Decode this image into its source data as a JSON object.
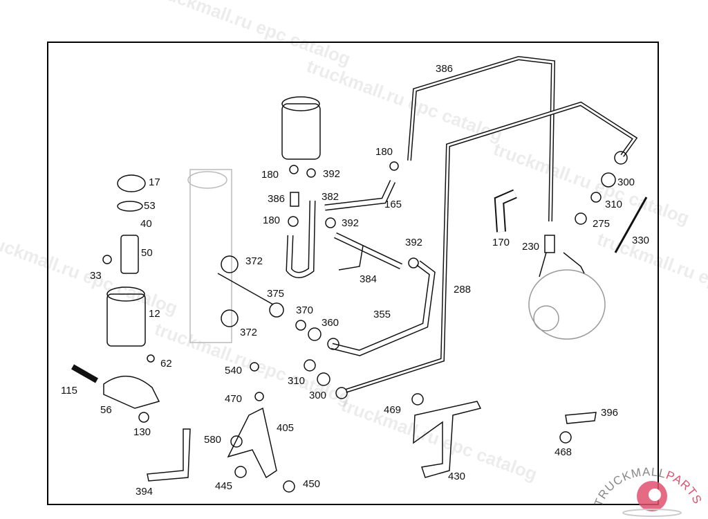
{
  "diagram": {
    "labels": [
      {
        "id": "386a",
        "text": "386"
      },
      {
        "id": "180a",
        "text": "180"
      },
      {
        "id": "180b",
        "text": "180"
      },
      {
        "id": "392a",
        "text": "392"
      },
      {
        "id": "386b",
        "text": "386"
      },
      {
        "id": "382",
        "text": "382"
      },
      {
        "id": "165",
        "text": "165"
      },
      {
        "id": "180c",
        "text": "180"
      },
      {
        "id": "392b",
        "text": "392"
      },
      {
        "id": "17",
        "text": "17"
      },
      {
        "id": "53",
        "text": "53"
      },
      {
        "id": "40",
        "text": "40"
      },
      {
        "id": "50",
        "text": "50"
      },
      {
        "id": "33",
        "text": "33"
      },
      {
        "id": "12",
        "text": "12"
      },
      {
        "id": "62",
        "text": "62"
      },
      {
        "id": "115",
        "text": "115"
      },
      {
        "id": "56",
        "text": "56"
      },
      {
        "id": "130",
        "text": "130"
      },
      {
        "id": "372a",
        "text": "372"
      },
      {
        "id": "372b",
        "text": "372"
      },
      {
        "id": "375",
        "text": "375"
      },
      {
        "id": "370",
        "text": "370"
      },
      {
        "id": "360",
        "text": "360"
      },
      {
        "id": "355",
        "text": "355"
      },
      {
        "id": "392c",
        "text": "392"
      },
      {
        "id": "384",
        "text": "384"
      },
      {
        "id": "288",
        "text": "288"
      },
      {
        "id": "170",
        "text": "170"
      },
      {
        "id": "230",
        "text": "230"
      },
      {
        "id": "300a",
        "text": "300"
      },
      {
        "id": "310a",
        "text": "310"
      },
      {
        "id": "275",
        "text": "275"
      },
      {
        "id": "330",
        "text": "330"
      },
      {
        "id": "540",
        "text": "540"
      },
      {
        "id": "470",
        "text": "470"
      },
      {
        "id": "405",
        "text": "405"
      },
      {
        "id": "580",
        "text": "580"
      },
      {
        "id": "445",
        "text": "445"
      },
      {
        "id": "450",
        "text": "450"
      },
      {
        "id": "394",
        "text": "394"
      },
      {
        "id": "310b",
        "text": "310"
      },
      {
        "id": "300b",
        "text": "300"
      },
      {
        "id": "469",
        "text": "469"
      },
      {
        "id": "430",
        "text": "430"
      },
      {
        "id": "396",
        "text": "396"
      },
      {
        "id": "468",
        "text": "468"
      }
    ]
  },
  "watermark": "truckmall.ru epc catalog",
  "logo": {
    "text": "TRUCKMALLPARTS",
    "color": "#e0506e"
  }
}
